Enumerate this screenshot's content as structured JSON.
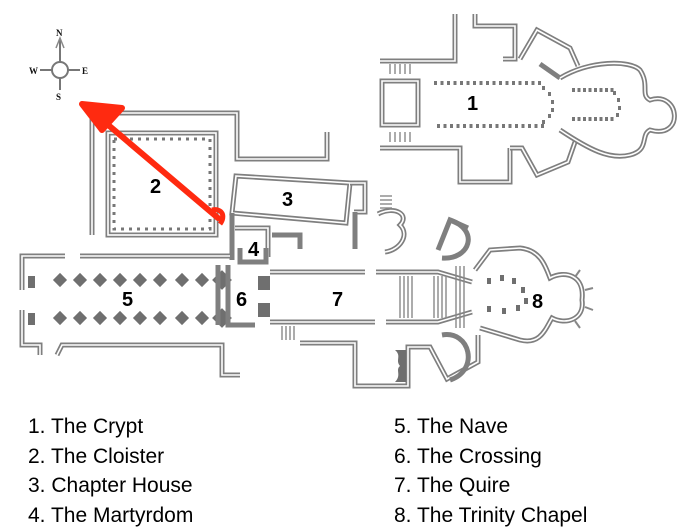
{
  "compass": {
    "north": "N",
    "south": "S",
    "east": "E",
    "west": "W"
  },
  "plan_labels": [
    "1",
    "2",
    "3",
    "4",
    "5",
    "6",
    "7",
    "8"
  ],
  "annotation": {
    "type": "arrow",
    "color": "#ff2a10",
    "direction": "toward north-west"
  },
  "legend": {
    "left": [
      "1. The Crypt",
      "2. The Cloister",
      "3. Chapter House",
      "4. The Martyrdom"
    ],
    "right": [
      "5. The Nave",
      "6. The Crossing",
      "7. The Quire",
      "8. The Trinity Chapel"
    ]
  },
  "colors": {
    "walls": "#7f7f7f",
    "arrow": "#ff2a10",
    "text": "#000000"
  }
}
